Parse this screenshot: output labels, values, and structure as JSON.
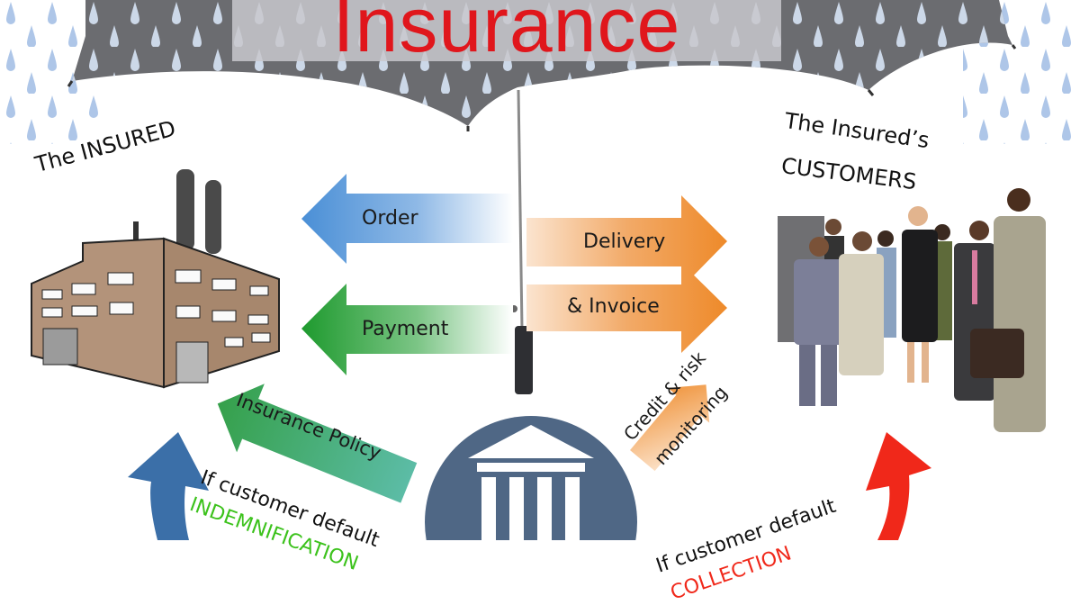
{
  "title": "Insurance",
  "insured": {
    "label": "The INSURED"
  },
  "customers": {
    "label_line1": "The Insured’s",
    "label_line2": "CUSTOMERS"
  },
  "flows": {
    "order": "Order",
    "payment": "Payment",
    "delivery": "Delivery",
    "invoice": "& Invoice",
    "insurance_policy": "Insurance Policy",
    "credit_line1": "Credit & risk",
    "credit_line2": "monitoring"
  },
  "bottom_left": {
    "line1": "If customer default",
    "line2": "INDEMNIFICATION"
  },
  "bottom_right": {
    "line1": "If customer default",
    "line2": "COLLECTION"
  },
  "insurer_icon": "bank-building-icon",
  "colors": {
    "title_red": "#e0161c",
    "umbrella_gray": "#6b6c70",
    "raindrop": "#a9c3e6",
    "order_blue": "#4a8fd6",
    "payment_green": "#1e9a2e",
    "delivery_orange": "#ee8a2a",
    "policy_teal": "#3aa57a",
    "insurer_circle": "#4f6785",
    "indemnification_green": "#3cc21c",
    "collection_red": "#f0281a",
    "return_blue": "#3b6fa8"
  }
}
